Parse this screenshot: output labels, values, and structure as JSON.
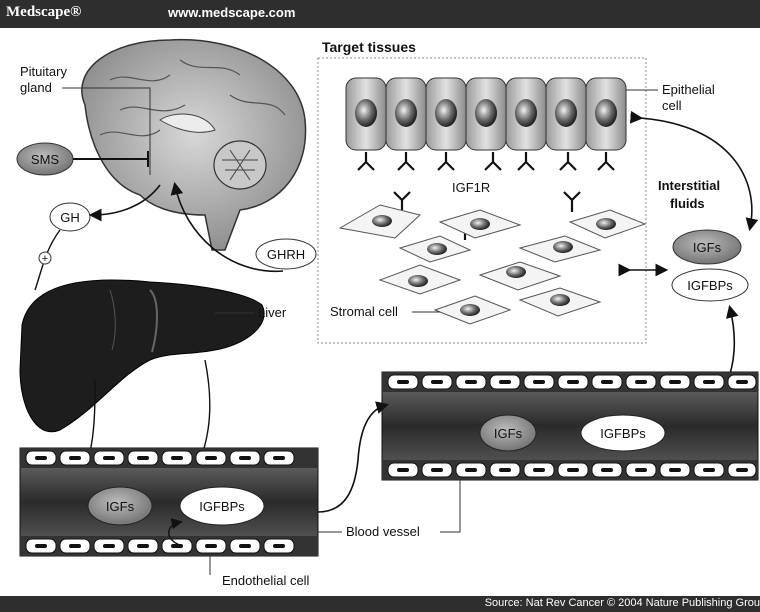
{
  "header": {
    "brand": "Medscape®",
    "url": "www.medscape.com"
  },
  "footer": {
    "source": "Source: Nat Rev Cancer © 2004 Nature Publishing Grou"
  },
  "diagram": {
    "target_tissues": "Target tissues",
    "pituitary_line1": "Pituitary",
    "pituitary_line2": "gland",
    "sms": "SMS",
    "gh": "GH",
    "plus": "+",
    "ghrh": "GHRH",
    "liver": "Liver",
    "epithelial_line1": "Epithelial",
    "epithelial_line2": "cell",
    "igf1r": "IGF1R",
    "interstitial_line1": "Interstitial",
    "interstitial_line2": "fluids",
    "igfs": "IGFs",
    "igfbps": "IGFBPs",
    "stromal": "Stromal cell",
    "blood_vessel": "Blood vessel",
    "endothelial": "Endothelial cell"
  }
}
